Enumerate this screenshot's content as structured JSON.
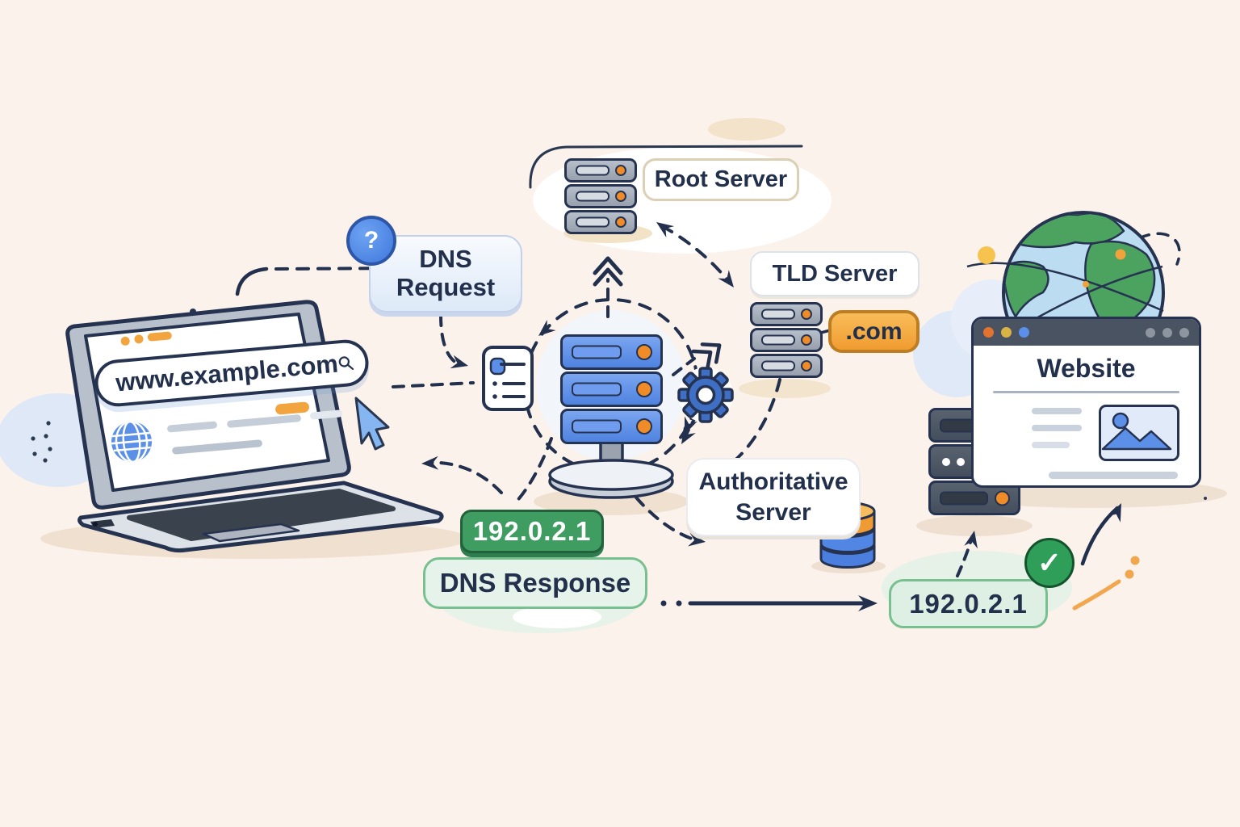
{
  "title": "DNS resolution flow diagram",
  "laptop": {
    "url": "www.example.com"
  },
  "badges": {
    "question_glyph": "?",
    "dns_request": "DNS Request",
    "root_server": "Root Server",
    "tld_server": "TLD Server",
    "tld_zone": ".com",
    "authoritative_server": "Authoritative Server",
    "resolver_ip": "192.0.2.1",
    "dns_response": "DNS Response",
    "result_ip": "192.0.2.1",
    "website": "Website",
    "check_glyph": "✓"
  },
  "icons": [
    "question-icon",
    "search-icon",
    "browser-globe-icon",
    "cursor-icon",
    "dns-query-list-icon",
    "resolver-server-icon",
    "gear-icon",
    "root-server-icon",
    "tld-server-icon",
    "authoritative-db-icon",
    "host-server-icon",
    "globe-icon",
    "check-icon"
  ],
  "colors": {
    "background": "#fbf2eb",
    "ink": "#22304c",
    "arrow": "#22304d",
    "orange": "#f2a43f",
    "green_solid": "#3f9d62",
    "green_light": "#def0e4",
    "green_border": "#79c091",
    "blue": "#5b8fe8",
    "server_gray": "#9aa3ad"
  }
}
